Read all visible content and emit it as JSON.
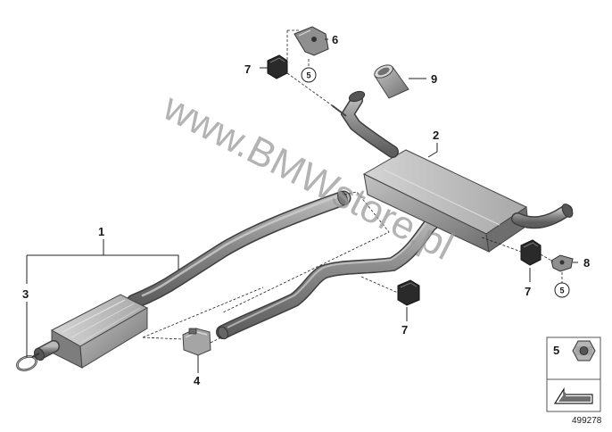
{
  "watermark": "www.BMWstore.pl",
  "reference_number": "499278",
  "callouts": [
    {
      "id": "p1",
      "label": "1"
    },
    {
      "id": "p2",
      "label": "2"
    },
    {
      "id": "p3",
      "label": "3"
    },
    {
      "id": "p4",
      "label": "4"
    },
    {
      "id": "p6",
      "label": "6"
    },
    {
      "id": "p7a",
      "label": "7"
    },
    {
      "id": "p7b",
      "label": "7"
    },
    {
      "id": "p7c",
      "label": "7"
    },
    {
      "id": "p8",
      "label": "8"
    },
    {
      "id": "p9",
      "label": "9"
    }
  ],
  "circled_callouts": [
    {
      "id": "c5a",
      "label": "5"
    },
    {
      "id": "c5b",
      "label": "5"
    }
  ],
  "legend": {
    "label": "5"
  }
}
